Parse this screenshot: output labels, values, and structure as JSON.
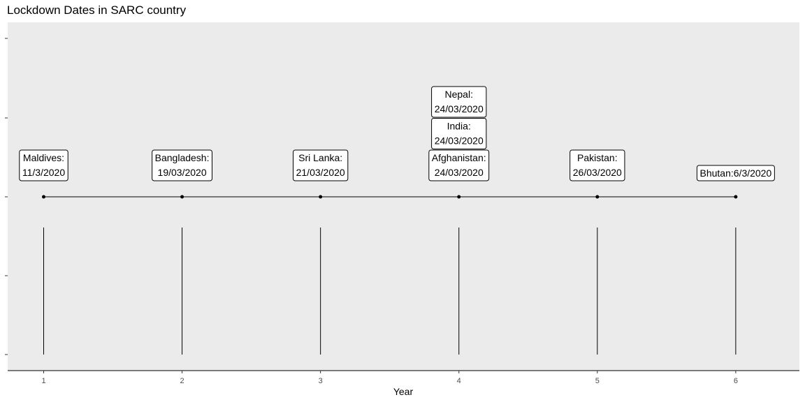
{
  "chart_data": {
    "type": "scatter",
    "title": "Lockdown Dates in SARC country",
    "xlabel": "Year",
    "ylabel": "",
    "x_ticks": [
      1,
      2,
      3,
      4,
      5,
      6
    ],
    "xlim": [
      0.74,
      6.46
    ],
    "grid": false,
    "points": [
      {
        "x": 1,
        "y": 0
      },
      {
        "x": 2,
        "y": 0
      },
      {
        "x": 3,
        "y": 0
      },
      {
        "x": 4,
        "y": 0
      },
      {
        "x": 5,
        "y": 0
      },
      {
        "x": 6,
        "y": 0
      }
    ],
    "labels": [
      {
        "x": 1,
        "level": 1,
        "lines": [
          "Maldives:",
          "11/3/2020"
        ]
      },
      {
        "x": 2,
        "level": 1,
        "lines": [
          "Bangladesh:",
          "19/03/2020"
        ]
      },
      {
        "x": 3,
        "level": 1,
        "lines": [
          "Sri Lanka:",
          "21/03/2020"
        ]
      },
      {
        "x": 4,
        "level": 1,
        "lines": [
          "Afghanistan:",
          "24/03/2020"
        ]
      },
      {
        "x": 4,
        "level": 2,
        "lines": [
          "India:",
          "24/03/2020"
        ]
      },
      {
        "x": 4,
        "level": 3,
        "lines": [
          "Nepal:",
          "24/03/2020"
        ]
      },
      {
        "x": 5,
        "level": 1,
        "lines": [
          "Pakistan:",
          "26/03/2020"
        ]
      },
      {
        "x": 6,
        "level": 1,
        "lines": [
          "Bhutan:6/3/2020"
        ]
      }
    ],
    "colors": {
      "panel": "#ebebeb",
      "line": "#000000",
      "label_bg": "#ffffff"
    }
  }
}
